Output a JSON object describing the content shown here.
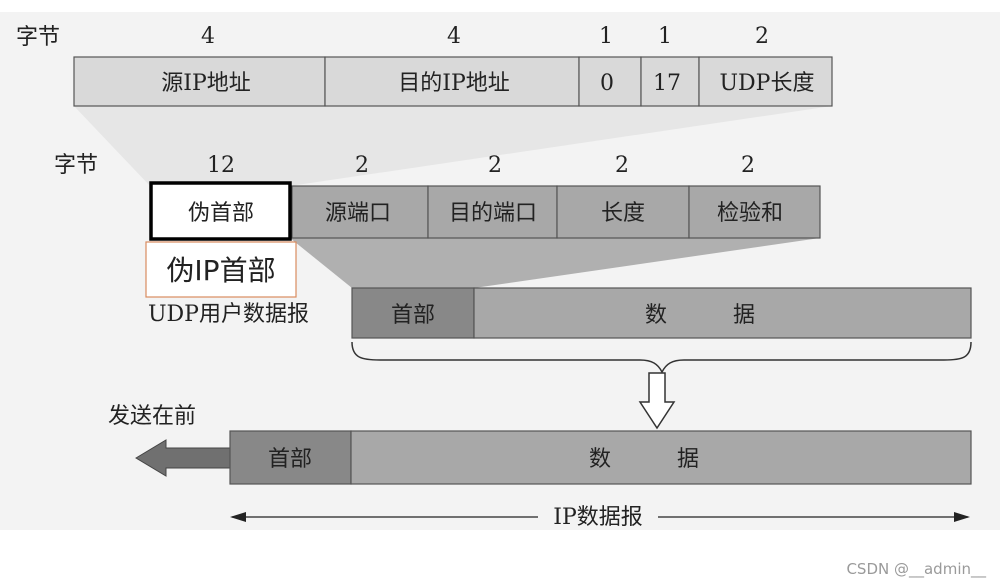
{
  "pseudo_header": {
    "bytes_label": "字节",
    "field_sizes": [
      "4",
      "4",
      "1",
      "1",
      "2"
    ],
    "fields": [
      "源IP地址",
      "目的IP地址",
      "0",
      "17",
      "UDP长度"
    ]
  },
  "udp_header": {
    "bytes_label": "字节",
    "field_sizes": [
      "12",
      "2",
      "2",
      "2",
      "2"
    ],
    "fields": [
      "伪首部",
      "源端口",
      "目的端口",
      "长度",
      "检验和"
    ],
    "pseudo_callout": "伪IP首部"
  },
  "udp_datagram": {
    "label": "UDP用户数据报",
    "header": "首部",
    "data": "数　　　据"
  },
  "ip_datagram": {
    "send_first": "发送在前",
    "header": "首部",
    "data": "数　　　据",
    "span_label": "IP数据报"
  },
  "watermark": "CSDN @__admin__",
  "colors": {
    "page_bg": "#f3f3f3",
    "light_field": "#d9d9d9",
    "mid_field": "#a8a8a8",
    "dark_field": "#888888",
    "funnel": "#e6e6e6",
    "funnel_dark": "#b0b0b0",
    "callout_border": "#d98c5f",
    "arrow_fill": "#707070"
  }
}
